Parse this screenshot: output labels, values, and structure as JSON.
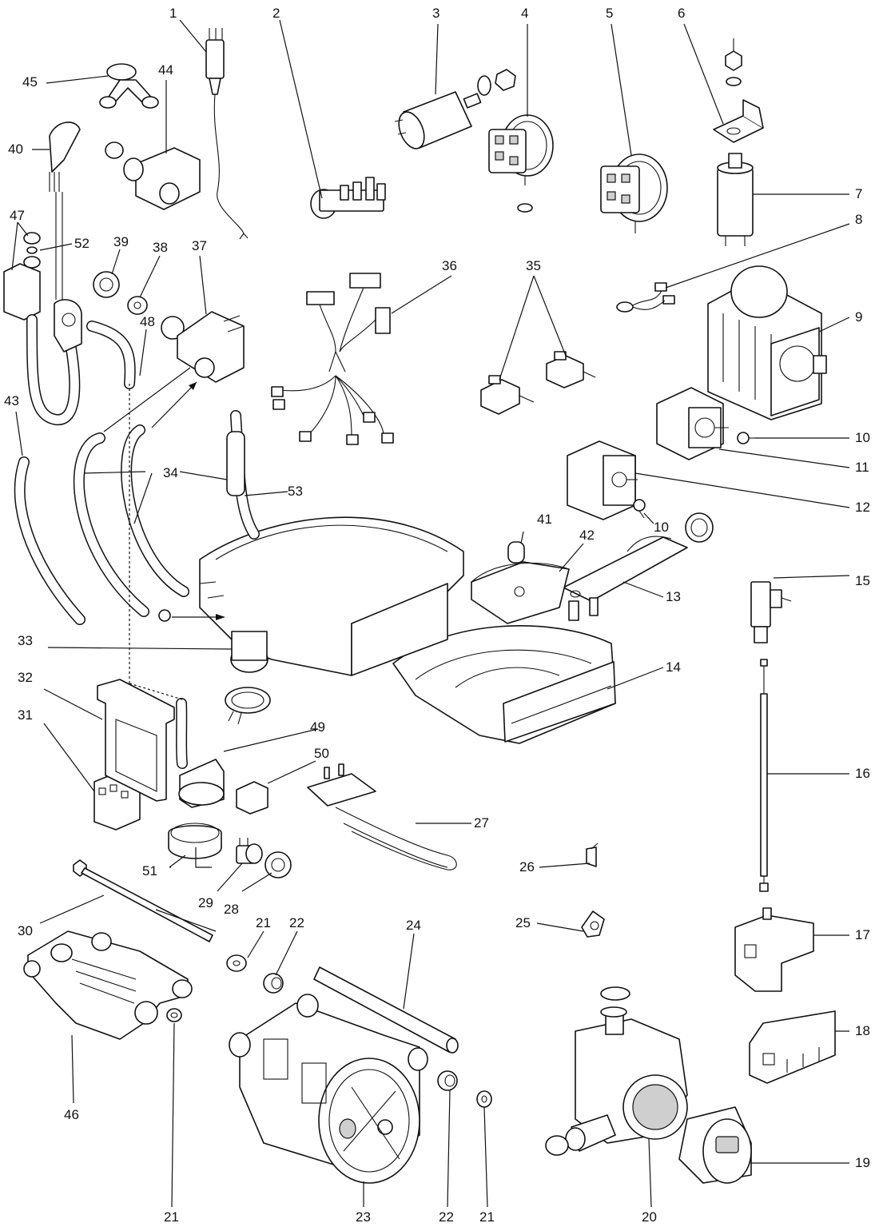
{
  "diagram": {
    "labels": [
      "1",
      "2",
      "3",
      "4",
      "5",
      "6",
      "7",
      "8",
      "9",
      "10",
      "10",
      "11",
      "12",
      "13",
      "14",
      "15",
      "16",
      "17",
      "18",
      "19",
      "20",
      "21",
      "21",
      "21",
      "22",
      "22",
      "23",
      "24",
      "25",
      "26",
      "27",
      "28",
      "29",
      "30",
      "31",
      "32",
      "33",
      "34",
      "35",
      "36",
      "37",
      "38",
      "39",
      "40",
      "41",
      "42",
      "43",
      "44",
      "45",
      "46",
      "47",
      "48",
      "49",
      "50",
      "51",
      "52",
      "53"
    ]
  }
}
